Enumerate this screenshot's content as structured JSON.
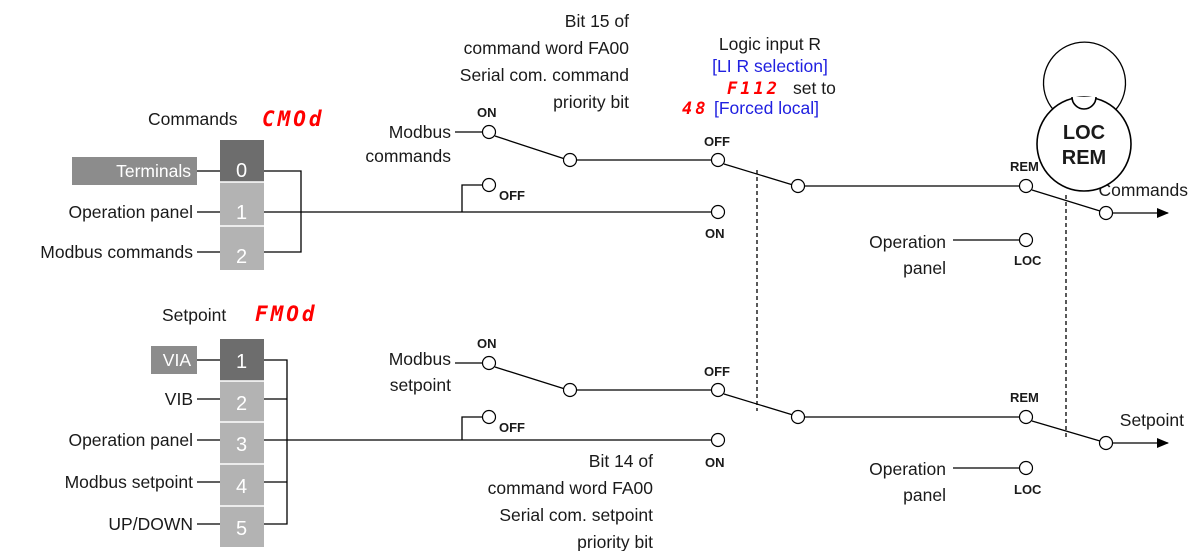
{
  "commands": {
    "title": "Commands",
    "code": "CMOd",
    "selected_source": "Terminals",
    "selector_values": [
      "0",
      "1",
      "2"
    ],
    "sources": [
      "Operation panel",
      "Modbus commands"
    ],
    "modbus_label_1": "Modbus",
    "modbus_label_2": "commands",
    "output": "Commands"
  },
  "setpoint": {
    "title": "Setpoint",
    "code": "FMOd",
    "selected_source": "VIA",
    "selector_values": [
      "1",
      "2",
      "3",
      "4",
      "5"
    ],
    "sources": [
      "VIB",
      "Operation panel",
      "Modbus setpoint",
      "UP/DOWN"
    ],
    "modbus_label_1": "Modbus",
    "modbus_label_2": "setpoint",
    "output": "Setpoint"
  },
  "bit15": [
    "Bit 15 of",
    "command word FA00",
    "Serial com. command",
    "priority bit"
  ],
  "bit14": [
    "Bit 14 of",
    "command word FA00",
    "Serial com. setpoint",
    "priority bit"
  ],
  "logic_input": {
    "line1": "Logic input R",
    "line2": "[LI R selection]",
    "param": "F112",
    "set_to": "set to",
    "value": "48",
    "value_label": "[Forced local]"
  },
  "locrem": {
    "top": "LOC",
    "bottom": "REM"
  },
  "switch_labels": {
    "on": "ON",
    "off": "OFF",
    "rem": "REM",
    "loc": "LOC"
  },
  "operation_panel": [
    "Operation",
    "panel"
  ],
  "colors": {
    "selected_box": "#6d6d6d",
    "box": "#b3b3b3",
    "source_tag": "#8c8c8c",
    "blue_text": "#2020e0",
    "display_red": "#ff0000"
  }
}
